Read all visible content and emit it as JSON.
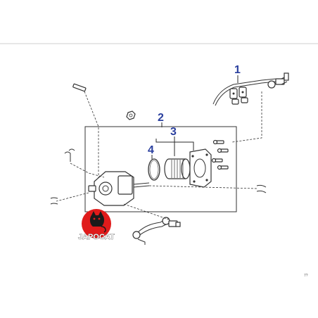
{
  "callouts": {
    "c1": "1",
    "c2": "2",
    "c3": "3",
    "c4": "4"
  },
  "logo": {
    "text": "JAPOCAT",
    "color": "#e01b1b"
  },
  "reference_code": "7?",
  "colors": {
    "callout": "#2a3f9e",
    "line": "#333333",
    "frame_border": "#cfcfcf"
  }
}
